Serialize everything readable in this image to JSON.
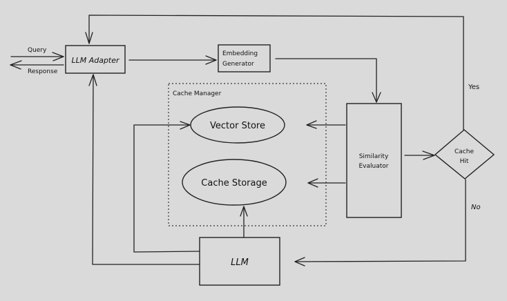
{
  "diagram": {
    "nodes": {
      "llm_adapter": "LLM Adapter",
      "embedding_generator_line1": "Embedding",
      "embedding_generator_line2": "Generator",
      "cache_manager": "Cache Manager",
      "vector_store": "Vector Store",
      "cache_storage": "Cache Storage",
      "similarity_evaluator_line1": "Similarity",
      "similarity_evaluator_line2": "Evaluator",
      "cache_hit_line1": "Cache",
      "cache_hit_line2": "Hit",
      "llm": "LLM"
    },
    "edge_labels": {
      "query": "Query",
      "response": "Response",
      "yes": "Yes",
      "no": "No"
    },
    "colors": {
      "background": "#dadada",
      "stroke": "#222222"
    }
  }
}
